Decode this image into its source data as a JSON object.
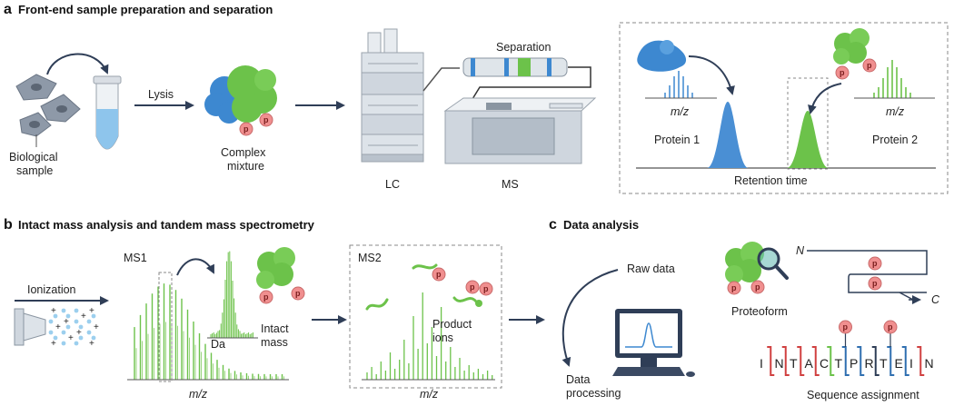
{
  "panel_a": {
    "letter": "a",
    "title": "Front-end sample preparation and separation",
    "biological_sample": [
      "Biological",
      "sample"
    ],
    "lysis": "Lysis",
    "complex_mixture": [
      "Complex",
      "mixture"
    ],
    "lc": "LC",
    "ms": "MS",
    "separation": "Separation",
    "mz_left": "m/z",
    "mz_right": "m/z",
    "protein1": "Protein 1",
    "protein2": "Protein 2",
    "retention_time": "Retention time"
  },
  "panel_b": {
    "letter": "b",
    "title": "Intact mass analysis and tandem mass spectrometry",
    "ionization": "Ionization",
    "ms1": "MS1",
    "intact_mass": [
      "Intact",
      "mass"
    ],
    "da": "Da",
    "mz_ms1": "m/z",
    "ms2": "MS2",
    "product_ions": [
      "Product",
      "ions"
    ],
    "mz_ms2": "m/z"
  },
  "panel_c": {
    "letter": "c",
    "title": "Data analysis",
    "raw_data": "Raw data",
    "data_processing": [
      "Data",
      "processing"
    ],
    "proteoform": "Proteoform",
    "n_term": "N",
    "c_term": "C",
    "sequence": [
      "I",
      "N",
      "T",
      "A",
      "C",
      "T",
      "P",
      "R",
      "T",
      "E",
      "I",
      "N"
    ],
    "sequence_assignment": "Sequence assignment"
  },
  "p_label": "p",
  "colors": {
    "blue": "#4a8fd4",
    "green": "#6cc24a",
    "phospho": "#f08f8f",
    "arrow": "#2f3e57",
    "dash": "#8a8a8a",
    "instrument": "#cfd6de",
    "red": "#d04040"
  }
}
